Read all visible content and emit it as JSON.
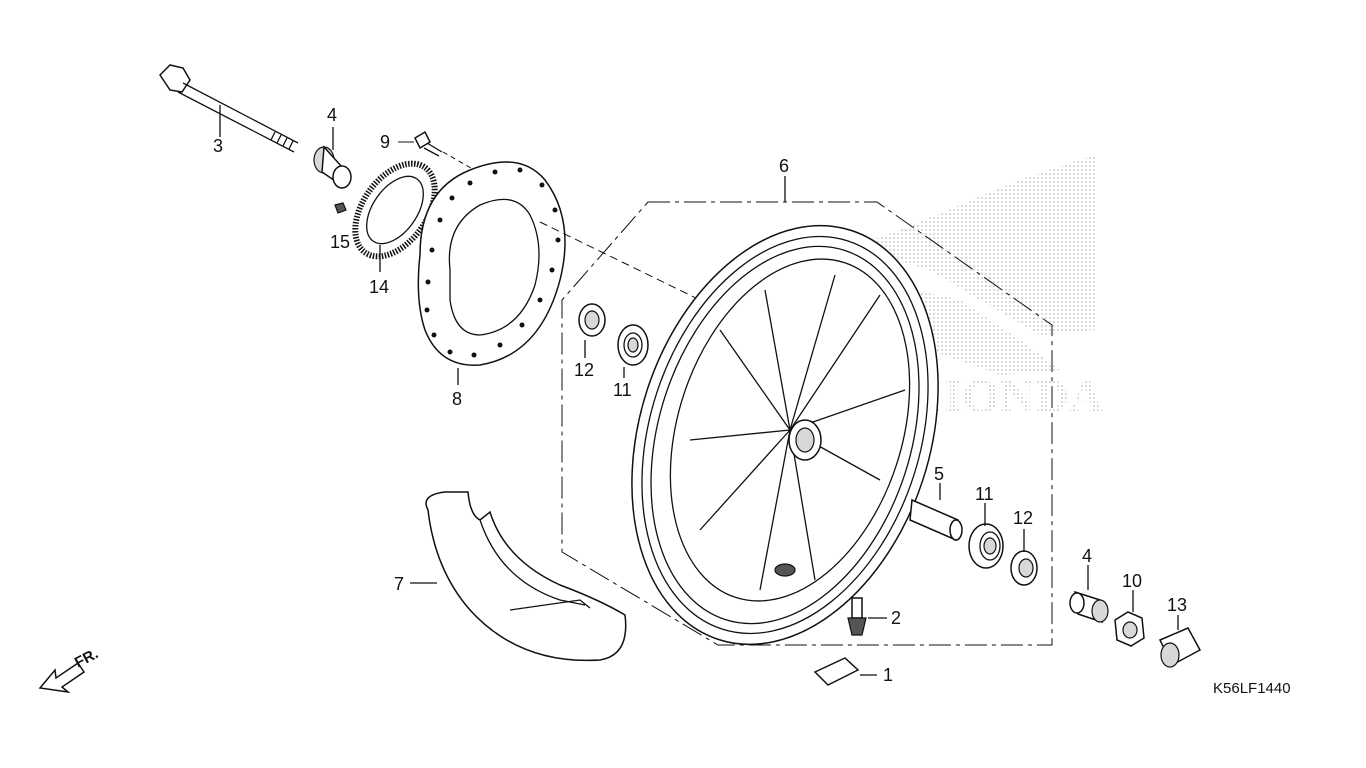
{
  "diagram": {
    "code": "K56LF1440",
    "direction_label": "FR.",
    "watermark_text": "HONDA",
    "callouts": {
      "c1": "1",
      "c2": "2",
      "c3": "3",
      "c4a": "4",
      "c4b": "4",
      "c5": "5",
      "c6": "6",
      "c7": "7",
      "c8": "8",
      "c9": "9",
      "c10": "10",
      "c11a": "11",
      "c11b": "11",
      "c12a": "12",
      "c12b": "12",
      "c13": "13",
      "c14": "14",
      "c15": "15"
    }
  }
}
